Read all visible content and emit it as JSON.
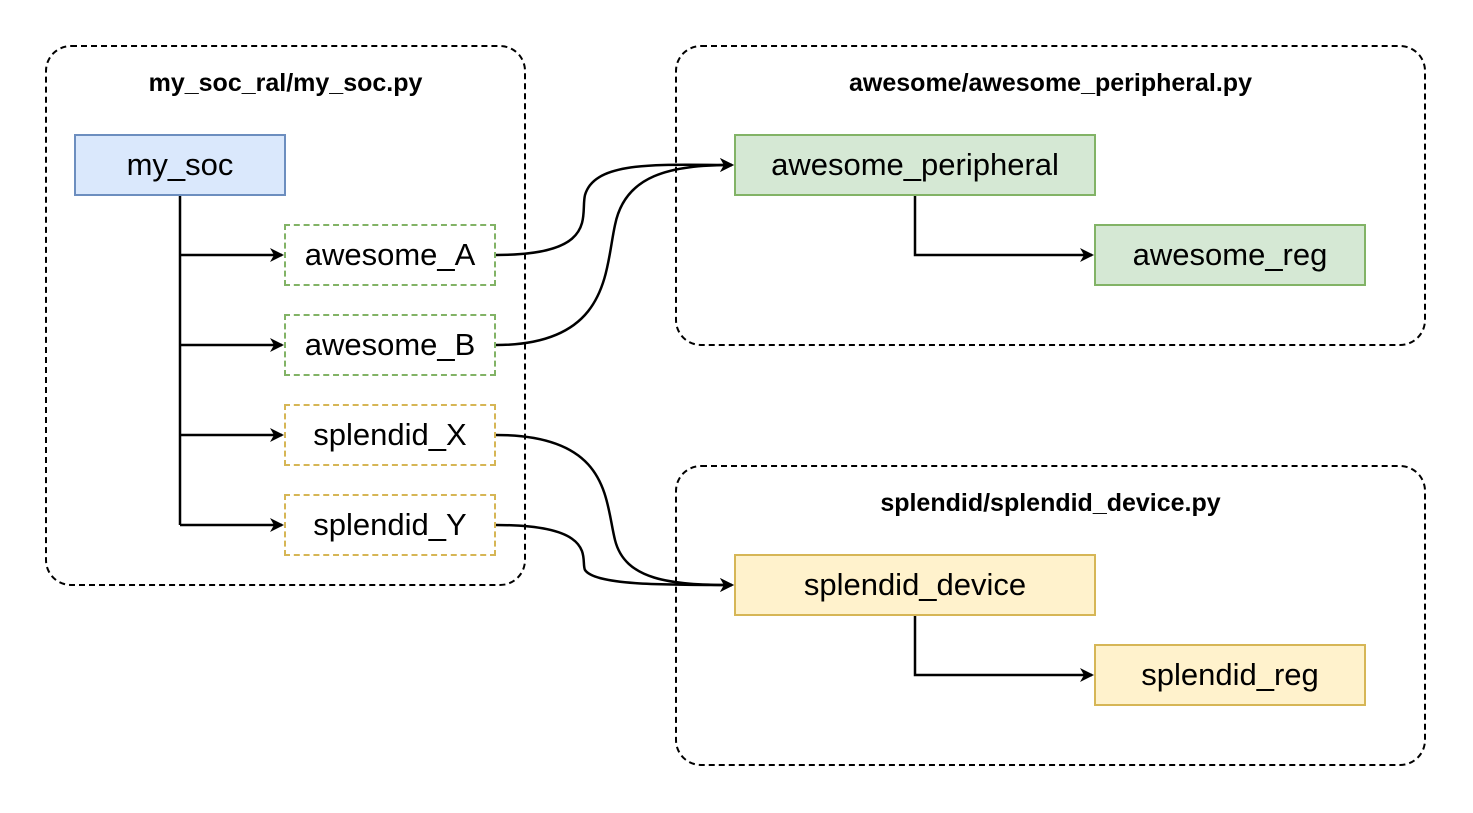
{
  "groups": {
    "soc": {
      "title": "my_soc_ral/my_soc.py"
    },
    "awesome": {
      "title": "awesome/awesome_peripheral.py"
    },
    "splendid": {
      "title": "splendid/splendid_device.py"
    }
  },
  "nodes": {
    "my_soc": "my_soc",
    "awesome_A": "awesome_A",
    "awesome_B": "awesome_B",
    "splendid_X": "splendid_X",
    "splendid_Y": "splendid_Y",
    "awesome_peripheral": "awesome_peripheral",
    "awesome_reg": "awesome_reg",
    "splendid_device": "splendid_device",
    "splendid_reg": "splendid_reg"
  },
  "colors": {
    "blue_fill": "#dae8fc",
    "blue_stroke": "#6c8ebf",
    "green_fill": "#d5e8d4",
    "green_stroke": "#82b366",
    "yellow_fill": "#fff2cc",
    "yellow_stroke": "#d6b656"
  }
}
